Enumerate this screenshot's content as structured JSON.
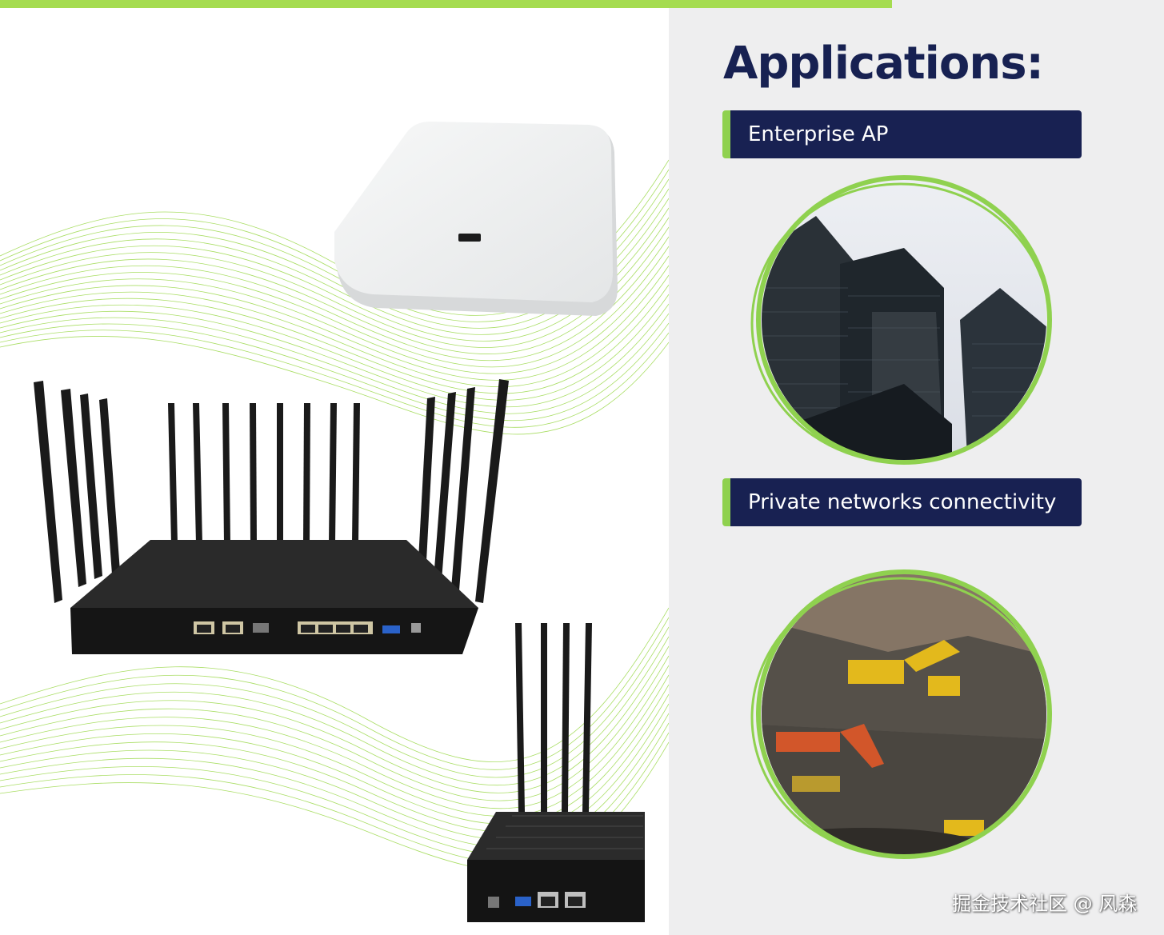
{
  "colors": {
    "accent_green": "#8fd14f",
    "navy": "#182152",
    "panel_gray": "#eeeeef"
  },
  "heading": "Applications:",
  "applications": [
    {
      "label": "Enterprise AP",
      "image": "office-buildings-photo"
    },
    {
      "label": "Private networks connectivity",
      "image": "mining-site-photo"
    }
  ],
  "devices": [
    "ceiling-access-point",
    "multi-antenna-router",
    "compact-gateway"
  ],
  "watermark": "掘金技术社区 @ 风森"
}
